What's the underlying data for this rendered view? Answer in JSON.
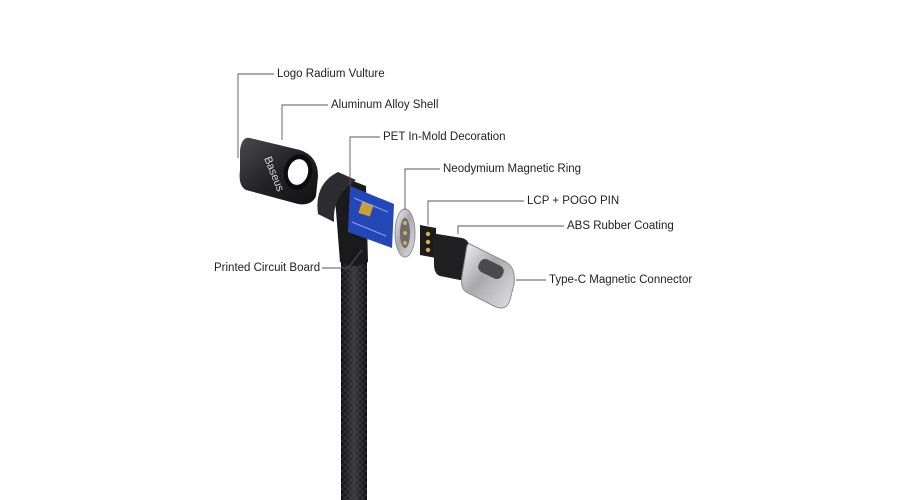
{
  "labels": {
    "logo": "Logo Radium Vulture",
    "shell": "Aluminum Alloy Shell",
    "pet": "PET In-Mold Decoration",
    "magnet": "Neodymium Magnetic Ring",
    "lcp": "LCP + POGO PIN",
    "abs": "ABS Rubber Coating",
    "typec": "Type-C Magnetic Connector",
    "pcb": "Printed Circuit Board"
  },
  "brand_mark": "Baseus",
  "colors": {
    "cable": "#1c1c1e",
    "shell": "#2a2a2c",
    "pcb": "#2447b8",
    "metal": "#c9c9cc",
    "leader": "#555555"
  }
}
